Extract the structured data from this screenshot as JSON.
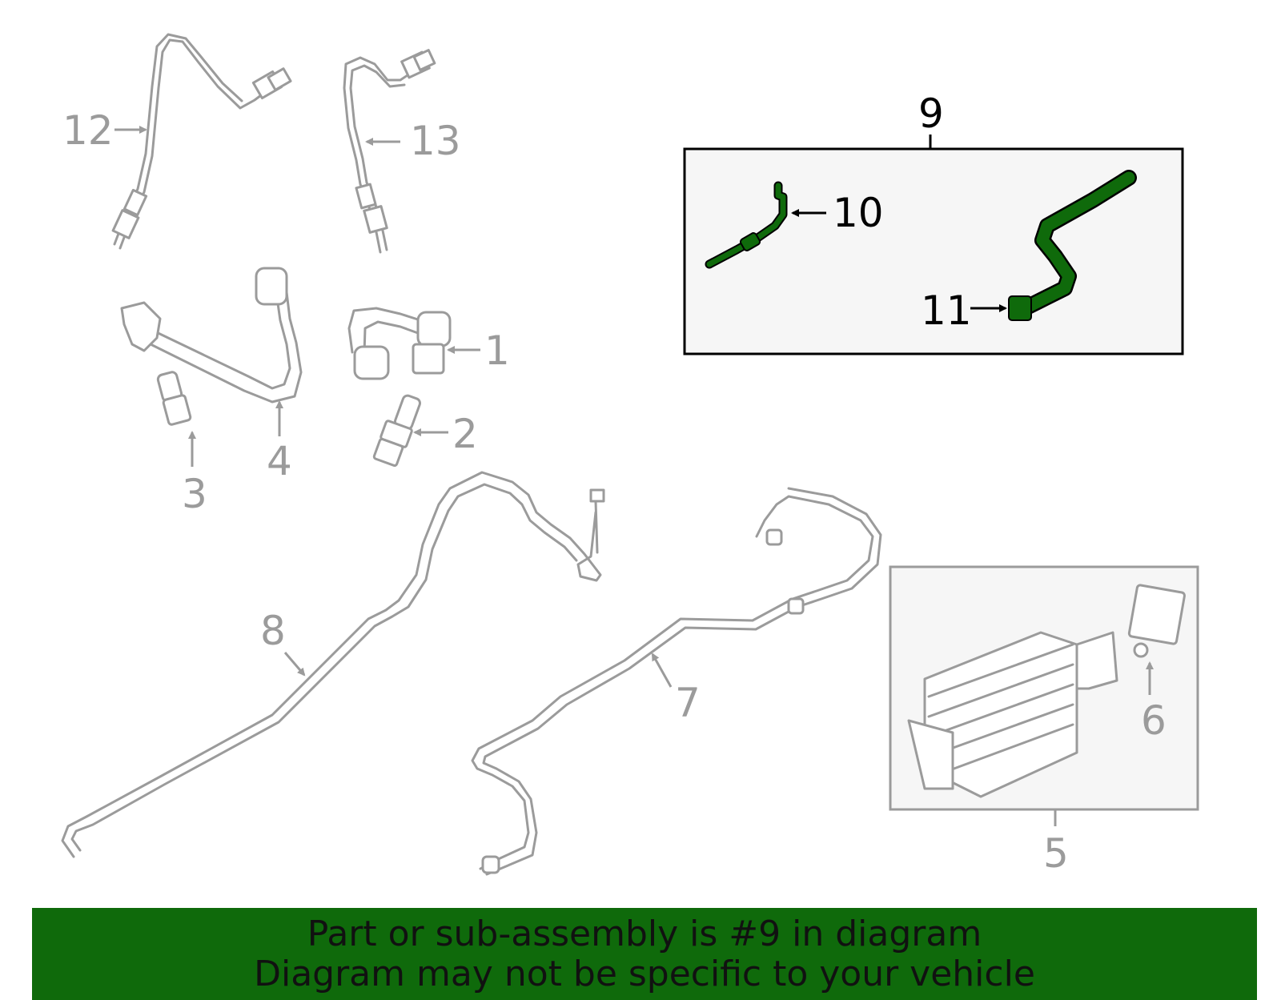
{
  "callouts": {
    "c1": "1",
    "c2": "2",
    "c3": "3",
    "c4": "4",
    "c5": "5",
    "c6": "6",
    "c7": "7",
    "c8": "8",
    "c9": "9",
    "c10": "10",
    "c11": "11",
    "c12": "12",
    "c13": "13"
  },
  "banner": {
    "line1": "Part or sub-assembly is #9 in diagram",
    "line2": "Diagram may not be specific to your vehicle"
  },
  "colors": {
    "highlight": "#0f6a0b",
    "gray_parts": "#9b9b9b",
    "box_fill": "#f6f6f6"
  }
}
